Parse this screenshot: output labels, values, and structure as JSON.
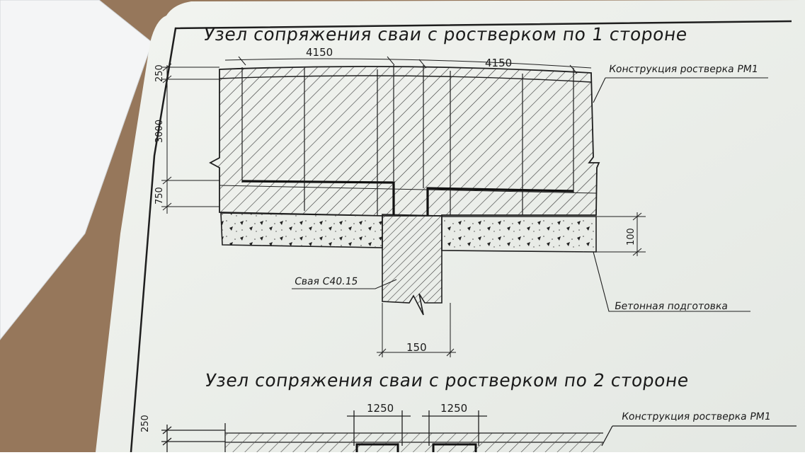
{
  "drawing": {
    "title_1": "Узел сопряжения сваи с ростверком по 1 стороне",
    "title_2": "Узел сопряжения сваи с ростверком по 2 стороне",
    "labels": {
      "grillage_1": "Конструкция ростверка РМ1",
      "grillage_2": "Конструкция ростверка РМ1",
      "pile": "Свая С40.15",
      "concrete_prep": "Бетонная подготовка"
    },
    "dims_1": {
      "left_span": "4150",
      "right_span": "4150",
      "top_layer": "250",
      "grillage_height": "3000",
      "bottom_layer": "750",
      "prep_thickness": "100",
      "pile_width": "150"
    },
    "dims_2": {
      "top_layer": "250",
      "span_left": "1250",
      "span_right": "1250"
    }
  },
  "colors": {
    "paper": "#eef1ec",
    "wood": "#9a7b5e",
    "ink": "#1e1e1e",
    "hatch": "#2a2a2a"
  }
}
